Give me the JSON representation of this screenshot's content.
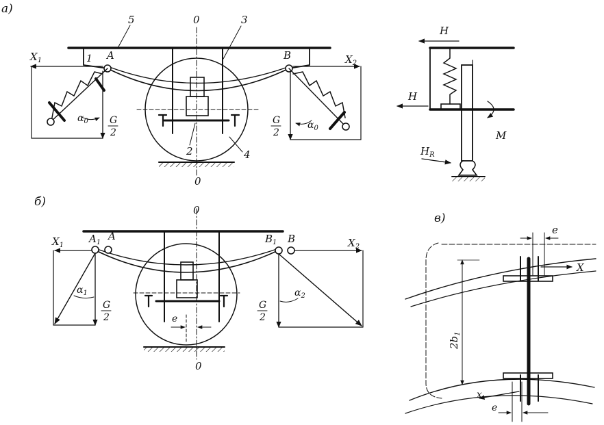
{
  "panels": {
    "a": {
      "letter": "a)",
      "labels": {
        "n5": "5",
        "n3": "3",
        "n1": "1",
        "n2": "2",
        "n4": "4",
        "o_top": "0",
        "o_bot": "0",
        "A": "A",
        "B": "B",
        "X1": "X",
        "X1_sub": "1",
        "X2": "X",
        "X2_sub": "2",
        "G_left": "G",
        "two_left": "2",
        "G_right": "G",
        "two_right": "2",
        "alpha_left": "α",
        "alpha_left_sub": "0",
        "alpha_right": "α",
        "alpha_right_sub": "0",
        "H_top": "H",
        "H_mid": "H",
        "M": "M",
        "HR": "H",
        "HR_sub": "R"
      }
    },
    "b": {
      "letter": "б)",
      "labels": {
        "o_top": "0",
        "o_bot": "0",
        "A1": "A",
        "A1_sub": "1",
        "A": "A",
        "B1": "B",
        "B1_sub": "1",
        "B": "B",
        "X1": "X",
        "X1_sub": "1",
        "X2": "X",
        "X2_sub": "2",
        "G_left": "G",
        "two_left": "2",
        "G_right": "G",
        "two_right": "2",
        "alpha1": "α",
        "alpha1_sub": "1",
        "alpha2": "α",
        "alpha2_sub": "2",
        "e": "e"
      }
    },
    "c": {
      "letter": "в)",
      "labels": {
        "e_top": "e",
        "X": "X",
        "x": "x",
        "e_bot": "e",
        "two_b": "2b",
        "two_b_sub": "1"
      }
    }
  }
}
